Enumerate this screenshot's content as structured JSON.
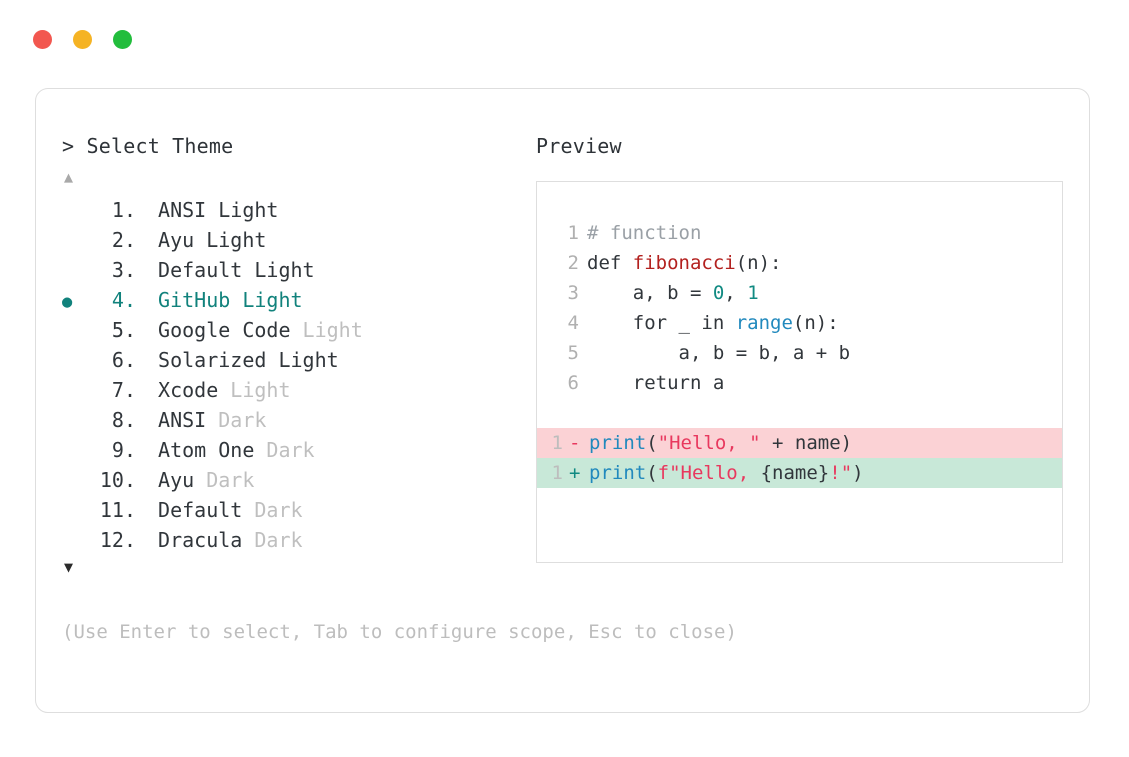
{
  "window": {
    "traffic_lights": [
      {
        "name": "close",
        "color": "#f2574f"
      },
      {
        "name": "minimize",
        "color": "#f5b324"
      },
      {
        "name": "maximize",
        "color": "#22bd3c"
      }
    ]
  },
  "prompt": {
    "marker": ">",
    "title": "Select Theme",
    "scroll_up_glyph": "▲",
    "scroll_down_glyph": "▼"
  },
  "theme_list": {
    "selected_index": 4,
    "selected_bullet": "●",
    "items": [
      {
        "index": "1.",
        "name": "ANSI Light",
        "variant": "",
        "selected": false
      },
      {
        "index": "2.",
        "name": "Ayu Light",
        "variant": "",
        "selected": false
      },
      {
        "index": "3.",
        "name": "Default Light",
        "variant": "",
        "selected": false
      },
      {
        "index": "4.",
        "name": "GitHub Light",
        "variant": "",
        "selected": true
      },
      {
        "index": "5.",
        "name": "Google Code",
        "variant": "Light",
        "selected": false
      },
      {
        "index": "6.",
        "name": "Solarized Light",
        "variant": "",
        "selected": false
      },
      {
        "index": "7.",
        "name": "Xcode",
        "variant": "Light",
        "selected": false
      },
      {
        "index": "8.",
        "name": "ANSI",
        "variant": "Dark",
        "selected": false
      },
      {
        "index": "9.",
        "name": "Atom One",
        "variant": "Dark",
        "selected": false
      },
      {
        "index": "10.",
        "name": "Ayu",
        "variant": "Dark",
        "selected": false
      },
      {
        "index": "11.",
        "name": "Default",
        "variant": "Dark",
        "selected": false
      },
      {
        "index": "12.",
        "name": "Dracula",
        "variant": "Dark",
        "selected": false
      }
    ]
  },
  "hint": "(Use Enter to select, Tab to configure scope, Esc to close)",
  "preview": {
    "title": "Preview",
    "code_lines": [
      {
        "number": "1",
        "tokens": [
          {
            "t": "# function",
            "c": "comment"
          }
        ]
      },
      {
        "number": "2",
        "tokens": [
          {
            "t": "def ",
            "c": "plain"
          },
          {
            "t": "fibonacci",
            "c": "func"
          },
          {
            "t": "(n):",
            "c": "plain"
          }
        ]
      },
      {
        "number": "3",
        "tokens": [
          {
            "t": "    a, b = ",
            "c": "plain"
          },
          {
            "t": "0",
            "c": "num"
          },
          {
            "t": ", ",
            "c": "plain"
          },
          {
            "t": "1",
            "c": "num"
          }
        ]
      },
      {
        "number": "4",
        "tokens": [
          {
            "t": "    for _ in ",
            "c": "plain"
          },
          {
            "t": "range",
            "c": "builtin"
          },
          {
            "t": "(n):",
            "c": "plain"
          }
        ]
      },
      {
        "number": "5",
        "tokens": [
          {
            "t": "        a, b = b, a + b",
            "c": "plain"
          }
        ]
      },
      {
        "number": "6",
        "tokens": [
          {
            "t": "    return a",
            "c": "plain"
          }
        ]
      }
    ],
    "diff_lines": [
      {
        "number": "1",
        "kind": "del",
        "sign": "-",
        "tokens": [
          {
            "t": "print",
            "c": "builtin"
          },
          {
            "t": "(",
            "c": "plain"
          },
          {
            "t": "\"Hello, \"",
            "c": "str"
          },
          {
            "t": " + name)",
            "c": "plain"
          }
        ]
      },
      {
        "number": "1",
        "kind": "add",
        "sign": "+",
        "tokens": [
          {
            "t": "print",
            "c": "builtin"
          },
          {
            "t": "(",
            "c": "plain"
          },
          {
            "t": "f\"Hello, ",
            "c": "str"
          },
          {
            "t": "{name}",
            "c": "plain"
          },
          {
            "t": "!\"",
            "c": "str"
          },
          {
            "t": ")",
            "c": "plain"
          }
        ]
      }
    ]
  },
  "colors": {
    "accent_teal": "#11827c",
    "text": "#31363b",
    "muted": "#bfbfbf",
    "border": "#dedede",
    "diff_removed_bg": "#fbd2d5",
    "diff_added_bg": "#c8e8d8",
    "syntax_function": "#b3211f",
    "syntax_builtin": "#2189bd",
    "syntax_string": "#e8385e",
    "syntax_number": "#118a82",
    "syntax_comment": "#9aa0a6"
  }
}
